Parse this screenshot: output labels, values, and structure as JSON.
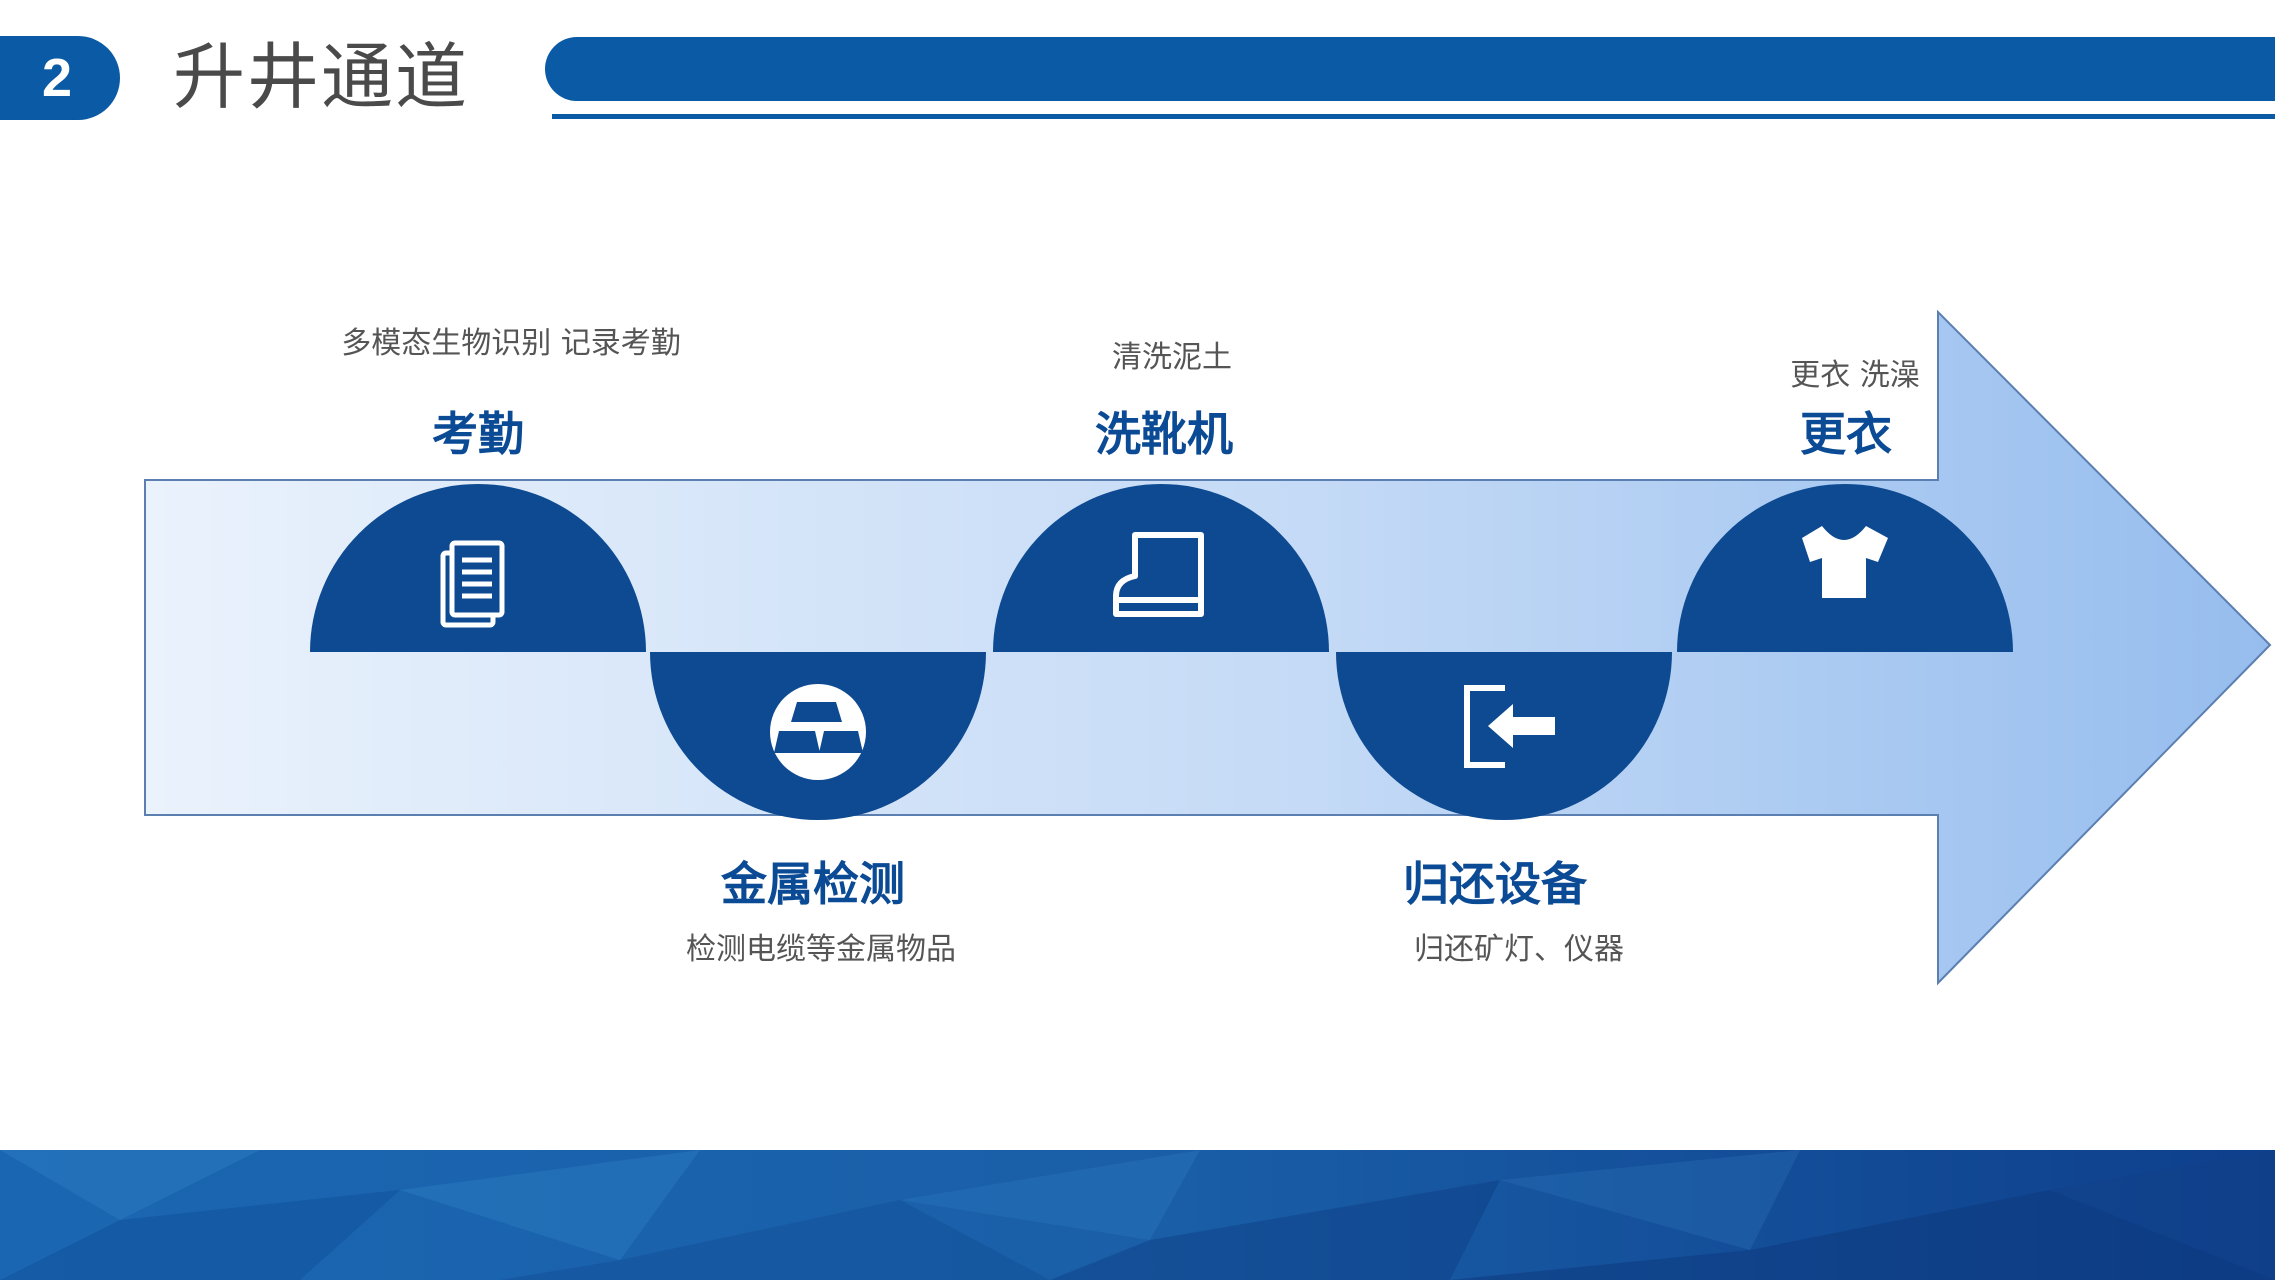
{
  "header": {
    "section_number": "2",
    "title": "升井通道"
  },
  "colors": {
    "brand_blue": "#0a5aa5",
    "circle_blue": "#0d4a91",
    "arrow_light": "#e4eefb",
    "arrow_dark": "#9cc1ef",
    "text_gray": "#555555",
    "title_blue": "#0b4a94"
  },
  "stages": [
    {
      "title": "考勤",
      "caption": "多模态生物识别    记录考勤",
      "icon": "document-icon"
    },
    {
      "title": "金属检测",
      "caption": "检测电缆等金属物品",
      "icon": "gold-bars-icon"
    },
    {
      "title": "洗靴机",
      "caption": "清洗泥土",
      "icon": "boot-icon"
    },
    {
      "title": "归还设备",
      "caption": "归还矿灯、仪器",
      "icon": "return-arrow-icon"
    },
    {
      "title": "更衣",
      "caption": "更衣  洗澡",
      "icon": "tshirt-icon"
    }
  ]
}
